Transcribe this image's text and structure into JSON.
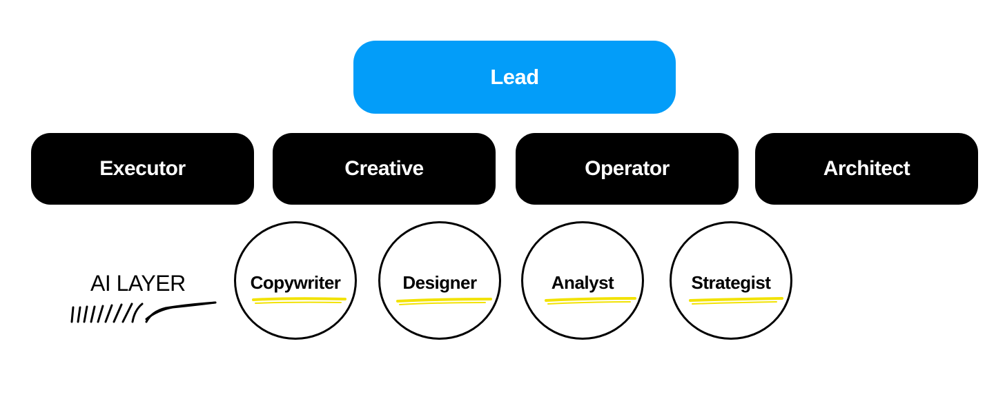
{
  "lead": {
    "label": "Lead",
    "color": "#039df9"
  },
  "roles": [
    {
      "label": "Executor"
    },
    {
      "label": "Creative"
    },
    {
      "label": "Operator"
    },
    {
      "label": "Architect"
    }
  ],
  "ai_layer": {
    "label": "AI LAYER"
  },
  "agents": [
    {
      "label": "Copywriter"
    },
    {
      "label": "Designer"
    },
    {
      "label": "Analyst"
    },
    {
      "label": "Strategist"
    }
  ],
  "colors": {
    "role_fill": "#000000",
    "highlight": "#f2e200"
  }
}
